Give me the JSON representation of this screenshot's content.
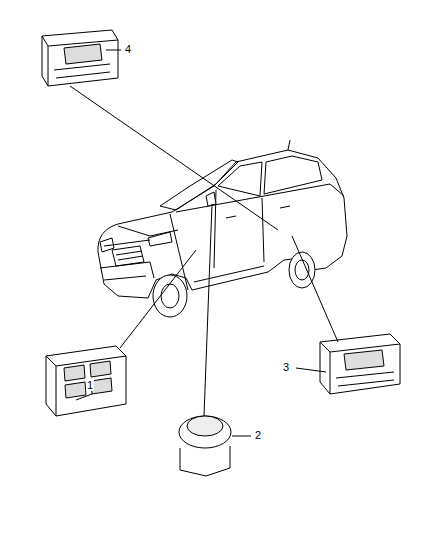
{
  "diagram": {
    "labels": [
      "4",
      "3",
      "1",
      "2"
    ]
  }
}
